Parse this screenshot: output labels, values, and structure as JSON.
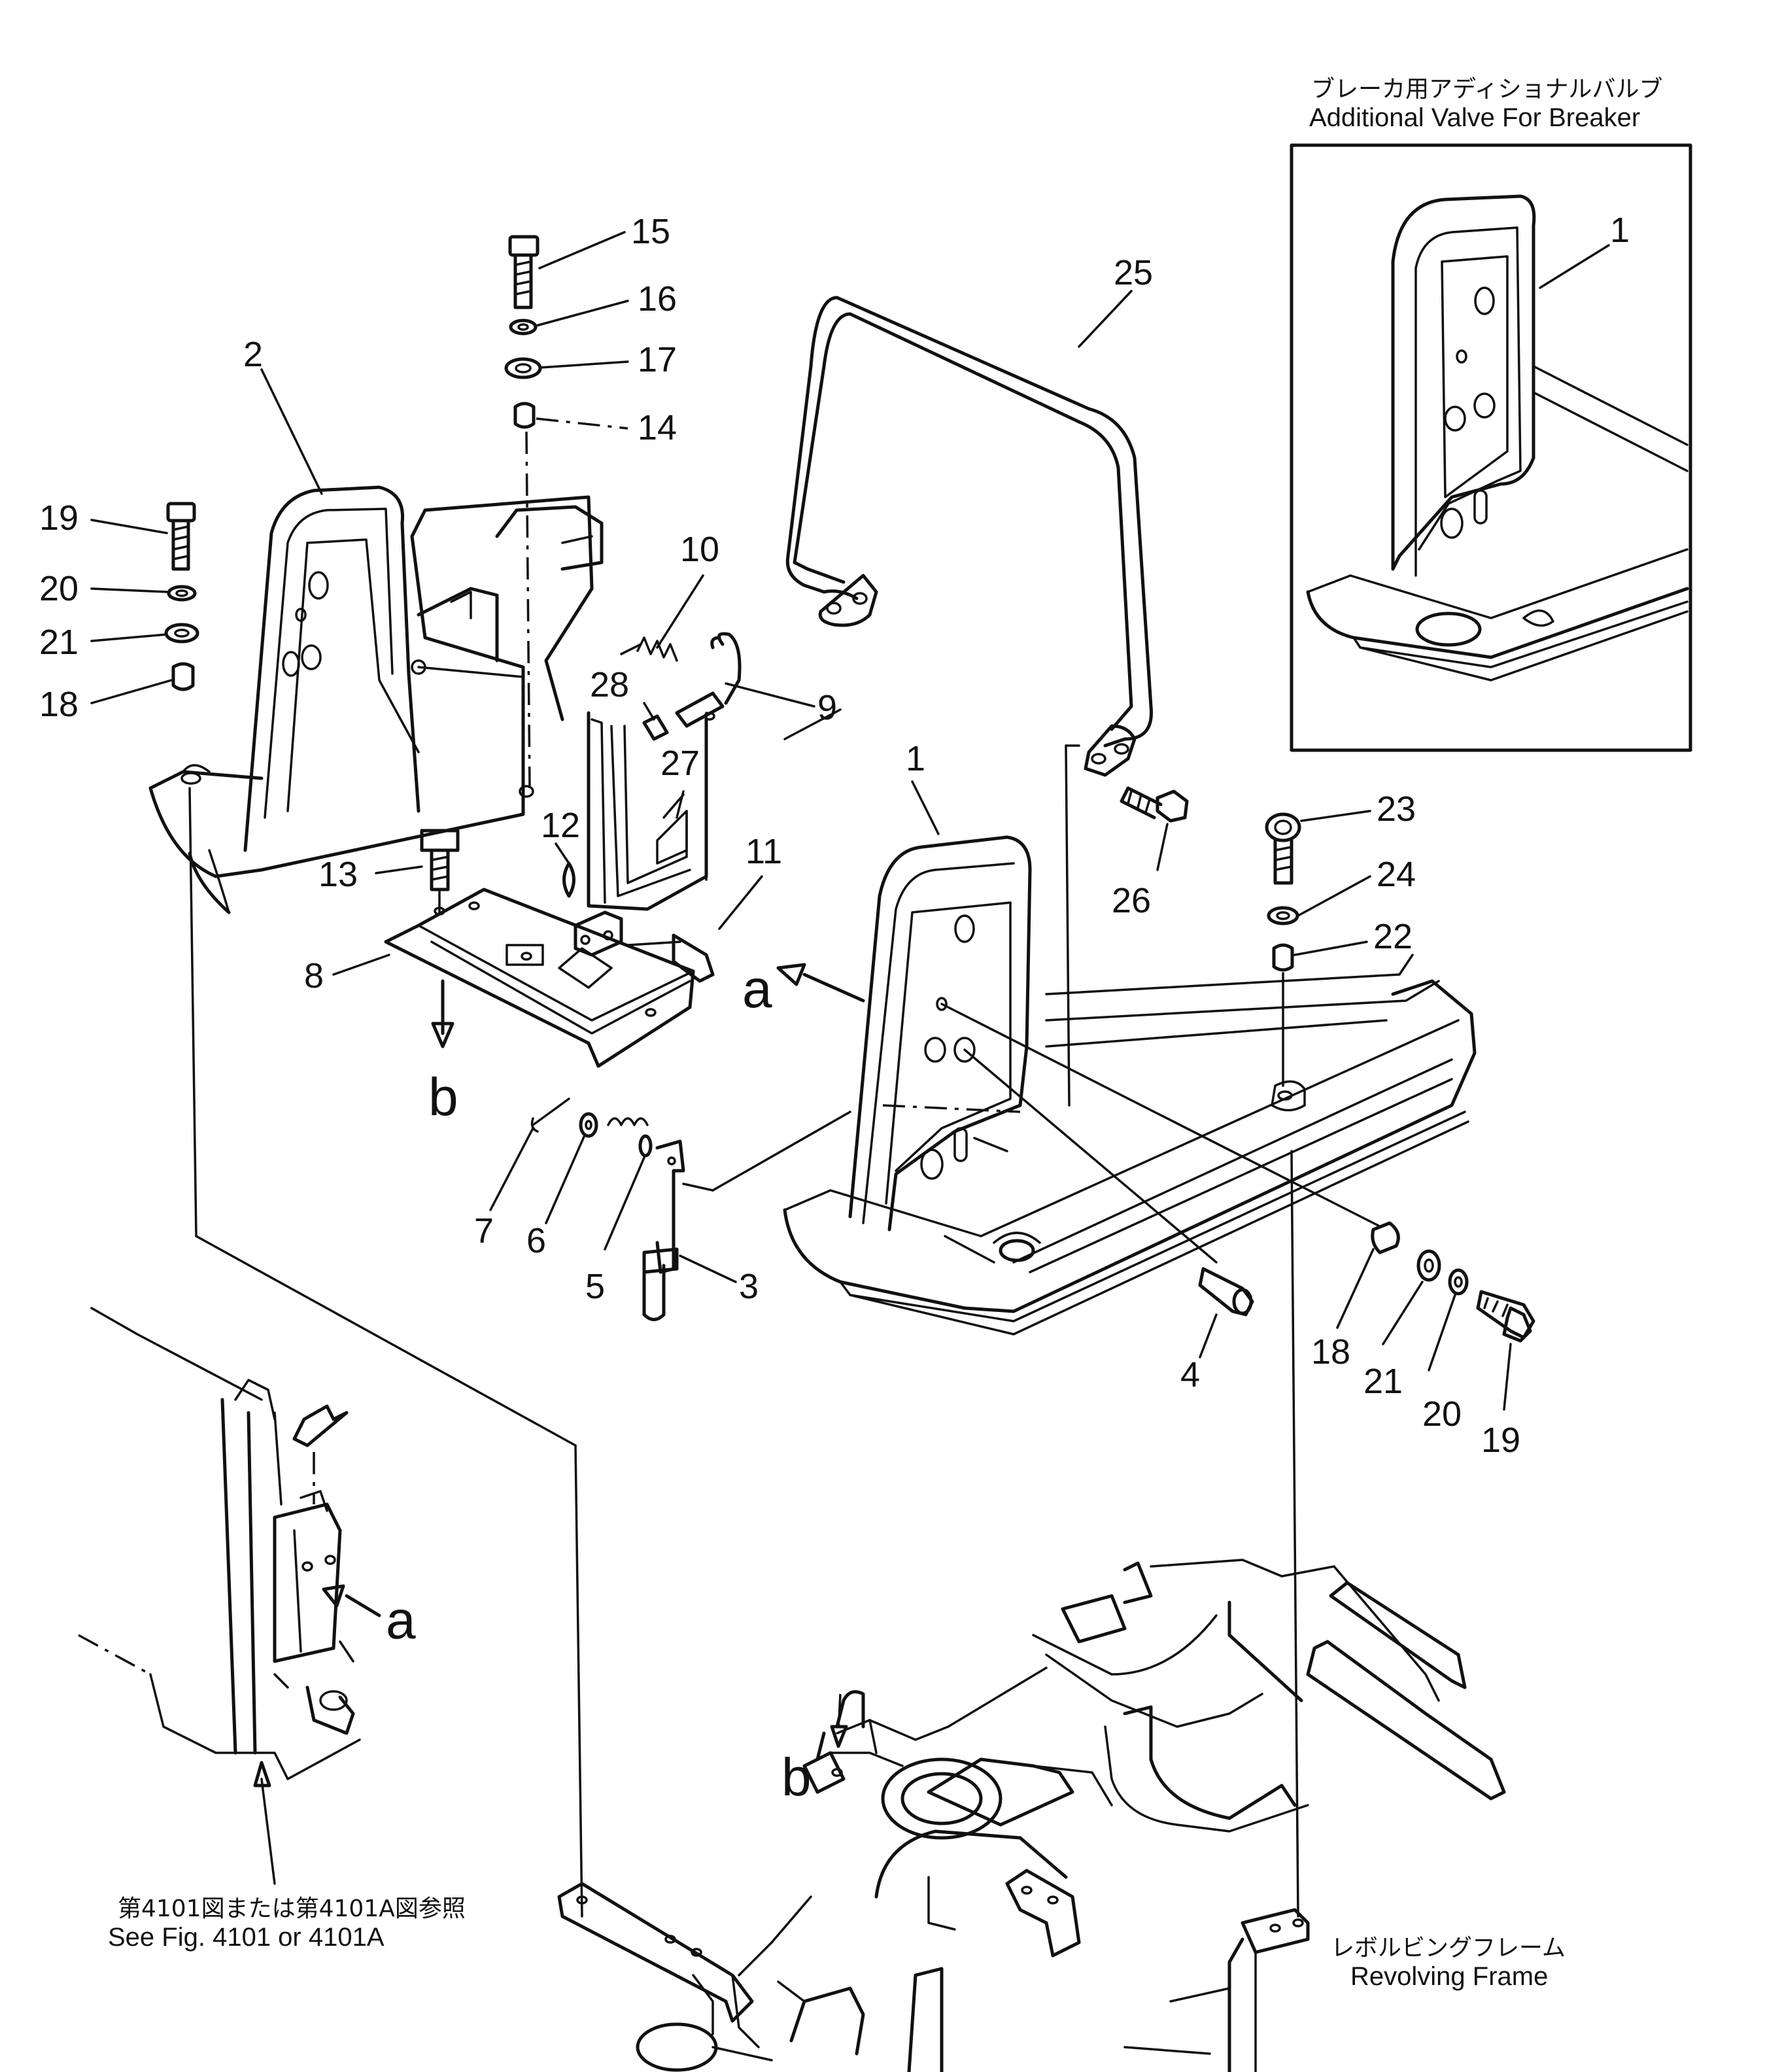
{
  "inset": {
    "title_jp": "ブレーカ用アディショナルバルブ",
    "title_en": "Additional Valve For Breaker",
    "callout": "1"
  },
  "callouts": {
    "c1": "1",
    "c2": "2",
    "c3": "3",
    "c4": "4",
    "c5": "5",
    "c6": "6",
    "c7": "7",
    "c8": "8",
    "c9": "9",
    "c10": "10",
    "c11": "11",
    "c12": "12",
    "c13": "13",
    "c14": "14",
    "c15": "15",
    "c16": "16",
    "c17": "17",
    "c18a": "18",
    "c18b": "18",
    "c19a": "19",
    "c19b": "19",
    "c20a": "20",
    "c20b": "20",
    "c21a": "21",
    "c21b": "21",
    "c22": "22",
    "c23": "23",
    "c24": "24",
    "c25": "25",
    "c26": "26",
    "c27": "27",
    "c28": "28"
  },
  "view_markers": {
    "a1": "a",
    "a2": "a",
    "b1": "b",
    "b2": "b"
  },
  "refs": {
    "fig_jp": "第4101図または第4101A図参照",
    "fig_en": "See Fig. 4101  or  4101A",
    "frame_jp": "レボルビングフレーム",
    "frame_en": "Revolving Frame"
  }
}
